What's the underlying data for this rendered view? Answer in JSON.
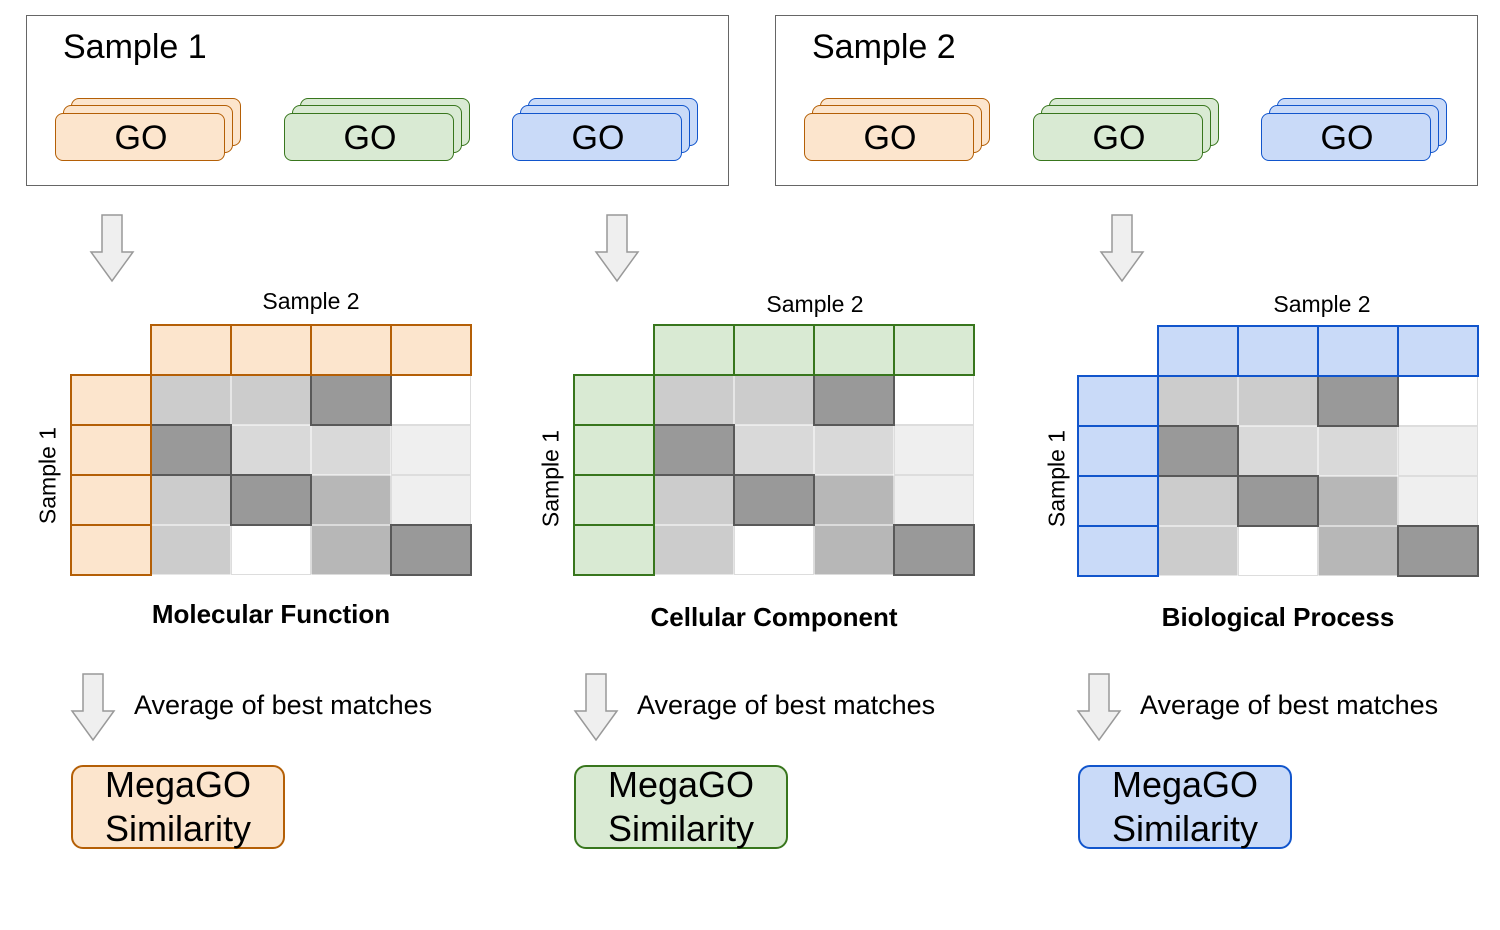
{
  "samples": [
    {
      "title": "Sample 1",
      "go_cards": [
        {
          "label": "GO",
          "color": "orange"
        },
        {
          "label": "GO",
          "color": "green"
        },
        {
          "label": "GO",
          "color": "blue"
        }
      ]
    },
    {
      "title": "Sample 2",
      "go_cards": [
        {
          "label": "GO",
          "color": "orange"
        },
        {
          "label": "GO",
          "color": "green"
        },
        {
          "label": "GO",
          "color": "blue"
        }
      ]
    }
  ],
  "colors": {
    "orange": {
      "fill": "#fce5cd",
      "stroke": "#b45f06"
    },
    "green": {
      "fill": "#d9ead3",
      "stroke": "#38761d"
    },
    "blue": {
      "fill": "#c9daf8",
      "stroke": "#1155cc"
    },
    "arrow_fill": "#efefef",
    "arrow_stroke": "#999999"
  },
  "matrices": [
    {
      "title": "Molecular Function",
      "top_label": "Sample 2",
      "left_label": "Sample 1",
      "color": "orange",
      "avg_label": "Average of best matches",
      "result_line1": "MegaGO",
      "result_line2": "Similarity"
    },
    {
      "title": "Cellular Component",
      "top_label": "Sample 2",
      "left_label": "Sample 1",
      "color": "green",
      "avg_label": "Average of best matches",
      "result_line1": "MegaGO",
      "result_line2": "Similarity"
    },
    {
      "title": "Biological Process",
      "top_label": "Sample 2",
      "left_label": "Sample 1",
      "color": "blue",
      "avg_label": "Average of best matches",
      "result_line1": "MegaGO",
      "result_line2": "Similarity"
    }
  ],
  "similarity_grid": [
    [
      "#cccccc",
      "#cccccc",
      "#999999",
      "#ffffff"
    ],
    [
      "#999999",
      "#d9d9d9",
      "#d9d9d9",
      "#efefef"
    ],
    [
      "#cccccc",
      "#999999",
      "#b7b7b7",
      "#efefef"
    ],
    [
      "#cccccc",
      "#ffffff",
      "#b7b7b7",
      "#999999"
    ]
  ]
}
